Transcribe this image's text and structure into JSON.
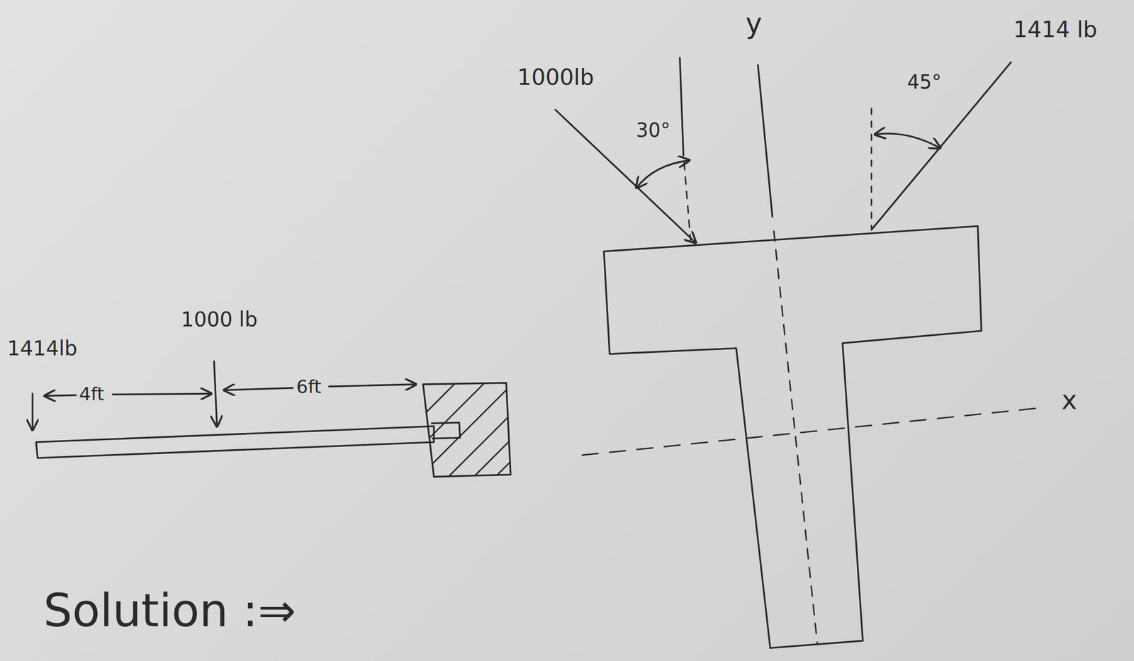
{
  "diagram": {
    "labels": [
      "1000lb",
      "30°",
      "y",
      "45°",
      "1414 lb",
      "x",
      "1414lb",
      "1000 lb",
      "4ft",
      "6ft",
      "Solution :⇒"
    ]
  }
}
